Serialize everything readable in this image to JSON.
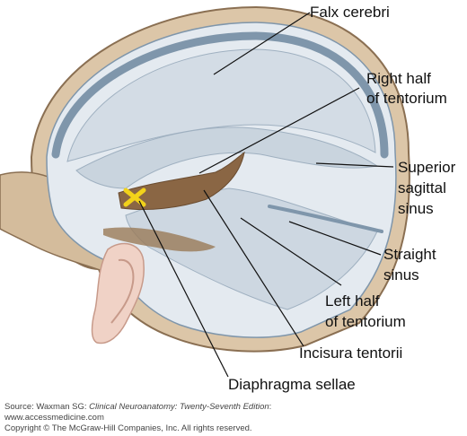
{
  "labels": {
    "falx_cerebri": "Falx cerebri",
    "right_half_tentorium_1": "Right half",
    "right_half_tentorium_2": "of tentorium",
    "superior_sagittal_sinus_1": "Superior",
    "superior_sagittal_sinus_2": "sagittal",
    "superior_sagittal_sinus_3": "sinus",
    "straight_sinus_1": "Straight",
    "straight_sinus_2": "sinus",
    "left_half_tentorium_1": "Left half",
    "left_half_tentorium_2": "of tentorium",
    "incisura_tentorii": "Incisura tentorii",
    "diaphragma_sellae": "Diaphragma sellae"
  },
  "credit": {
    "source_prefix": "Source: Waxman SG: ",
    "source_title": "Clinical Neuroanatomy: Twenty-Seventh Edition",
    "source_suffix": ":",
    "website": "www.accessmedicine.com",
    "copyright": "Copyright © The McGraw-Hill Companies, Inc. All rights reserved."
  },
  "colors": {
    "bone": "#dcc6a8",
    "bone_edge": "#8a6f52",
    "dura": "#c9d4de",
    "dura_light": "#e4eaf0",
    "sinus": "#7f96ab",
    "incisura": "#8a6644",
    "diaphragma_marker": "#f2d21a",
    "skin": "#f0d2c6"
  }
}
